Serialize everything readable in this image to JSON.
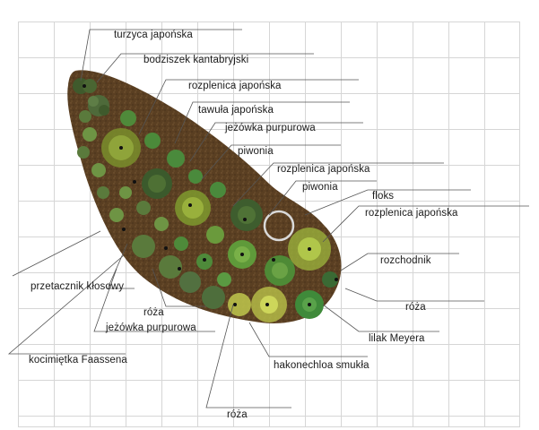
{
  "labels": {
    "turzyca_japonska": "turzyca japońska",
    "bodziszek_kantabryjski": "bodziszek kantabryjski",
    "rozplenica_japonska_1": "rozplenica japońska",
    "tawula_japonska": "tawuła japońska",
    "jezowka_purpurowa_1": "jeżówka purpurowa",
    "piwonia_1": "piwonia",
    "rozplenica_japonska_2": "rozplenica japońska",
    "piwonia_2": "piwonia",
    "floks": "floks",
    "rozplenica_japonska_3": "rozplenica japońska",
    "rozchodnik": "rozchodnik",
    "przetacznik_klosowy": "przetacznik kłosowy",
    "roza_1": "róża",
    "roza_2": "róża",
    "jezowka_purpurowa_2": "jeżówka purpurowa",
    "lilak_meyera": "lilak Meyera",
    "kocimietka_faassena": "kocimiętka Faassena",
    "hakonechloa_smukla": "hakonechloa smukła",
    "roza_3": "róża"
  },
  "colors": {
    "grid": "#d6d6d6",
    "bed_soil": "#5a3f22",
    "leader_line": "#555555",
    "highlight_circle": "#d9d9d9"
  }
}
